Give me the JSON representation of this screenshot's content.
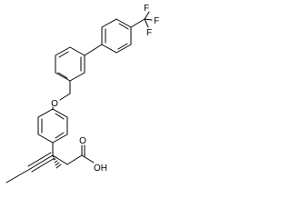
{
  "molecule": {
    "atom_labels": {
      "fluorine_1": "F",
      "fluorine_2": "F",
      "fluorine_3": "F",
      "ether_oxygen": "O",
      "carbonyl_oxygen": "O",
      "hydroxyl": "OH"
    },
    "colors": {
      "bond": "#000000",
      "background": "#ffffff"
    }
  }
}
